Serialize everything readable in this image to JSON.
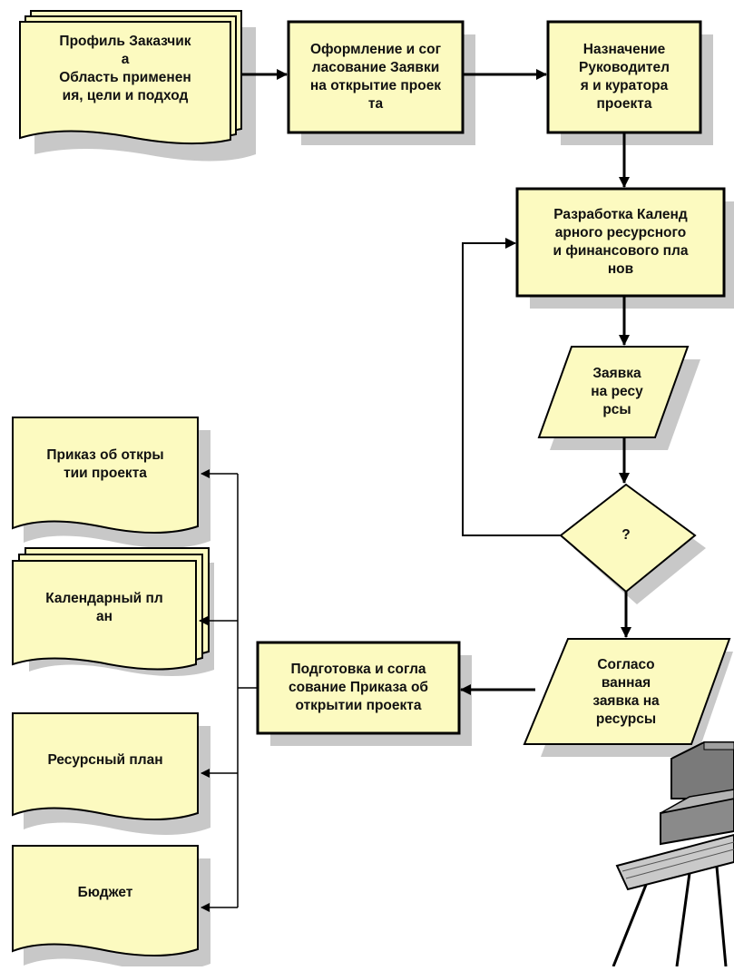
{
  "diagram": {
    "colors": {
      "fill": "#fcfac0",
      "stroke": "#000000",
      "shadow": "#c8c8c8"
    },
    "nodes": {
      "customer_profile": [
        "Профиль Заказчик",
        "а",
        "Область применен",
        "ия, цели и подход"
      ],
      "prepare_request": [
        "Оформление и сог",
        "ласование Заявки",
        "на открытие проек",
        "та"
      ],
      "assign_manager": [
        "Назначение",
        "Руководител",
        "я и куратора",
        "проекта"
      ],
      "develop_plans": [
        "Разработка Календ",
        "арного ресурсного",
        "и финансового пла",
        "нов"
      ],
      "resource_request": [
        "Заявка",
        "на ресу",
        "рсы"
      ],
      "decision": [
        "?"
      ],
      "approved_request": [
        "Согласо",
        "ванная",
        "заявка на",
        "ресурсы"
      ],
      "prepare_order": [
        "Подготовка и согла",
        "сование Приказа об",
        "открытии проекта"
      ],
      "order_doc": [
        "Приказ об откры",
        "тии проекта"
      ],
      "calendar_plan": [
        "Календарный пл",
        "ан"
      ],
      "resource_plan": [
        "Ресурсный план"
      ],
      "budget": [
        "Бюджет"
      ]
    },
    "illustration": "computer-on-desk-clipart"
  }
}
